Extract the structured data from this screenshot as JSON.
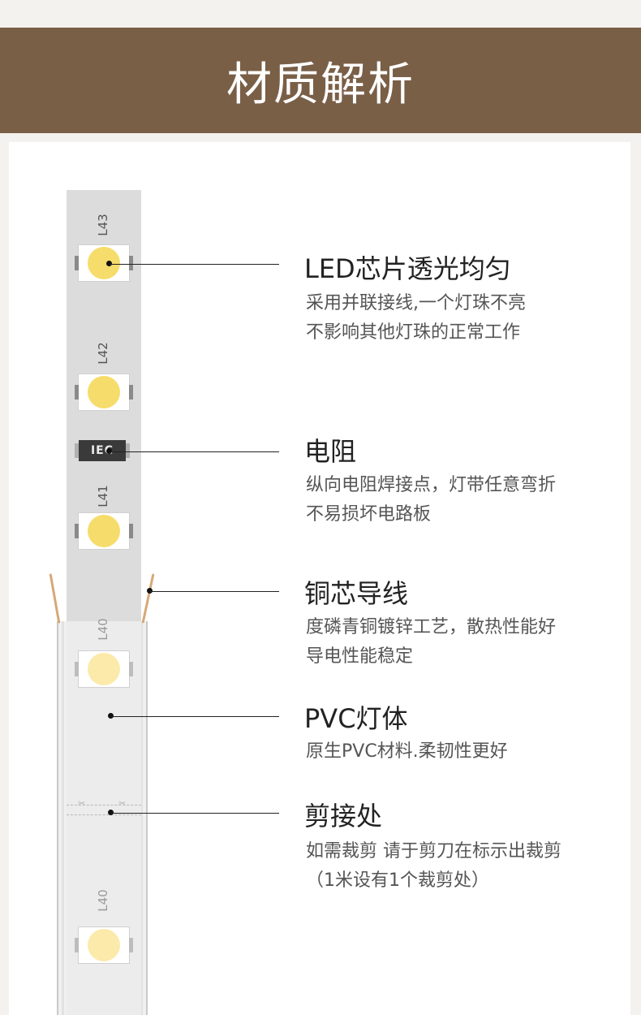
{
  "banner": {
    "title": "材质解析"
  },
  "strip": {
    "leds": [
      {
        "label": "L43"
      },
      {
        "label": "L42"
      },
      {
        "label": "L41"
      },
      {
        "label": "L40"
      },
      {
        "label": "L40"
      }
    ],
    "resistor_label": "IEC"
  },
  "features": [
    {
      "title": "LED芯片透光均匀",
      "desc": [
        "采用并联接线,一个灯珠不亮",
        "不影响其他灯珠的正常工作"
      ]
    },
    {
      "title": "电阻",
      "desc": [
        "纵向电阻焊接点，灯带任意弯折",
        "不易损坏电路板"
      ]
    },
    {
      "title": "铜芯导线",
      "desc": [
        "度磷青铜镀锌工艺，散热性能好",
        "导电性能稳定"
      ]
    },
    {
      "title": "PVC灯体",
      "desc": [
        "原生PVC材料.柔韧性更好"
      ]
    },
    {
      "title": "剪接处",
      "desc": [
        "如需裁剪 请于剪刀在标示出裁剪",
        "（1米设有1个裁剪处）"
      ]
    }
  ],
  "colors": {
    "banner": "#7a5f47",
    "led": "#f6dc6a",
    "strip": "#dcdcdc"
  }
}
